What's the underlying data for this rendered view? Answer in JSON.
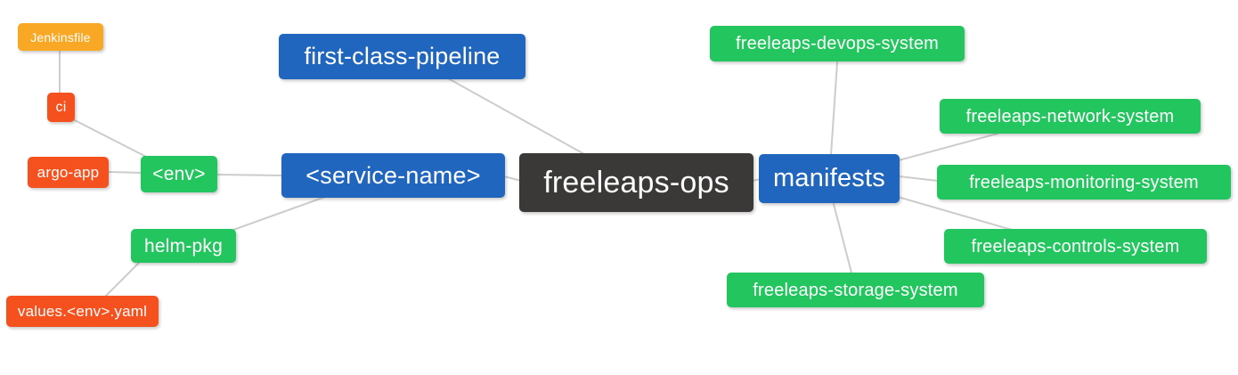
{
  "diagram": {
    "type": "mindmap",
    "root": "freeleaps-ops",
    "background_color": "#FFFFFF",
    "edge_color": "#CCCCCC",
    "colors": {
      "orange": "#F9A826",
      "red": "#F4511E",
      "green": "#22C55E",
      "blue": "#2166BE",
      "dark": "#3B3838",
      "text": "#FFFFFF"
    },
    "nodes": {
      "jenkinsfile": {
        "label": "Jenkinsfile",
        "color": "orange"
      },
      "ci": {
        "label": "ci",
        "color": "red"
      },
      "argo_app": {
        "label": "argo-app",
        "color": "red"
      },
      "env": {
        "label": "<env>",
        "color": "green"
      },
      "helm_pkg": {
        "label": "helm-pkg",
        "color": "green"
      },
      "values_env_yaml": {
        "label": "values.<env>.yaml",
        "color": "red"
      },
      "first_class_pipeline": {
        "label": "first-class-pipeline",
        "color": "blue"
      },
      "service_name": {
        "label": "<service-name>",
        "color": "blue"
      },
      "freeleaps_ops": {
        "label": "freeleaps-ops",
        "color": "dark"
      },
      "manifests": {
        "label": "manifests",
        "color": "blue"
      },
      "devops_system": {
        "label": "freeleaps-devops-system",
        "color": "green"
      },
      "network_system": {
        "label": "freeleaps-network-system",
        "color": "green"
      },
      "monitoring_system": {
        "label": "freeleaps-monitoring-system",
        "color": "green"
      },
      "controls_system": {
        "label": "freeleaps-controls-system",
        "color": "green"
      },
      "storage_system": {
        "label": "freeleaps-storage-system",
        "color": "green"
      }
    },
    "edges": [
      {
        "from": "Jenkinsfile",
        "to": "ci"
      },
      {
        "from": "ci",
        "to": "<env>"
      },
      {
        "from": "argo-app",
        "to": "<env>"
      },
      {
        "from": "<env>",
        "to": "<service-name>"
      },
      {
        "from": "helm-pkg",
        "to": "<service-name>"
      },
      {
        "from": "values.<env>.yaml",
        "to": "helm-pkg"
      },
      {
        "from": "first-class-pipeline",
        "to": "freeleaps-ops"
      },
      {
        "from": "<service-name>",
        "to": "freeleaps-ops"
      },
      {
        "from": "freeleaps-ops",
        "to": "manifests"
      },
      {
        "from": "manifests",
        "to": "freeleaps-devops-system"
      },
      {
        "from": "manifests",
        "to": "freeleaps-network-system"
      },
      {
        "from": "manifests",
        "to": "freeleaps-monitoring-system"
      },
      {
        "from": "manifests",
        "to": "freeleaps-controls-system"
      },
      {
        "from": "manifests",
        "to": "freeleaps-storage-system"
      }
    ]
  }
}
